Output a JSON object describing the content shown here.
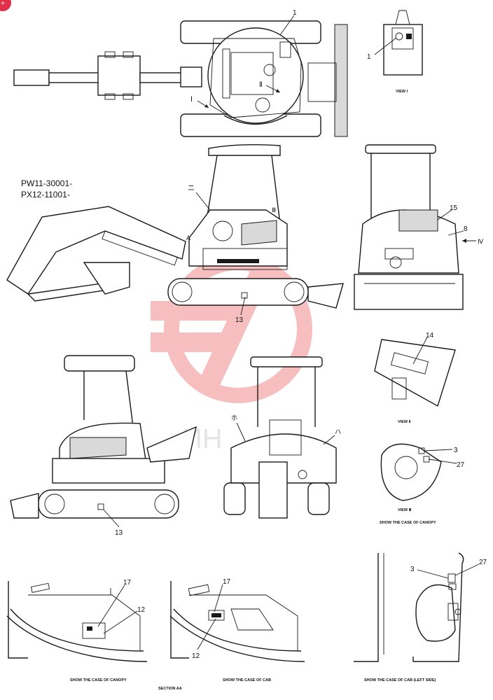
{
  "serials": [
    "PW11-30001-",
    "PX12-11001-"
  ],
  "captions": {
    "view1": "VIEW Ⅰ",
    "view2": "VIEW Ⅱ",
    "view3": "VIEW Ⅲ",
    "canopy_case": "SHOW THE CASE OF CANOPY",
    "bottom_canopy": "SHOW THE CASE OF CANOPY",
    "bottom_cab": "SHOW THE CASE OF CAB",
    "bottom_cab_left": "SHOW THE CASE OF CAB (LEFT SIDE)",
    "section": "SECTION AA"
  },
  "markers": {
    "I": "Ⅰ",
    "II": "Ⅱ",
    "III": "Ⅲ",
    "IV": "Ⅳ",
    "ni": "ニ",
    "ho": "ホ",
    "ha": "ハ",
    "A": "A"
  },
  "callouts": {
    "top_1": "1",
    "view1_1": "1",
    "side_13": "13",
    "rear_15": "15",
    "rear_8": "8",
    "view2_14": "14",
    "view3_3": "3",
    "view3_27": "27",
    "left_13": "13",
    "sec_canopy_17": "17",
    "sec_canopy_12": "12",
    "sec_cab_17": "17",
    "sec_cab_12": "12",
    "cab_left_3": "3",
    "cab_left_27": "27"
  },
  "watermark_text": "ИН",
  "colors": {
    "watermark": "#f08a8a",
    "line": "#1a1a1a",
    "corner_badge": "#e0304a"
  }
}
